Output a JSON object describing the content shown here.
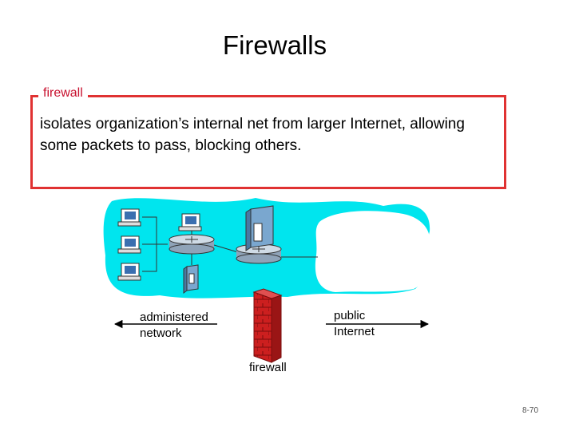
{
  "slide": {
    "title": "Firewalls",
    "page_number": "8-70"
  },
  "definition": {
    "label": "firewall",
    "text": "isolates organization’s internal net from larger Internet, allowing some packets to pass, blocking others."
  },
  "diagram": {
    "left_label": "administered network",
    "right_label": "public Internet",
    "bottom_label": "firewall",
    "colors": {
      "cloud": "#00e5ee",
      "firewall": "#cc1f1f",
      "box_border": "#e03232"
    },
    "icons": [
      "computer-icon",
      "router-icon",
      "server-icon",
      "firewall-wall-icon"
    ]
  }
}
